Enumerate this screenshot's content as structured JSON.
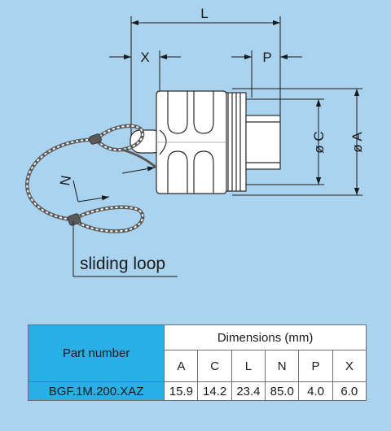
{
  "drawing": {
    "labels": {
      "L": "L",
      "X": "X",
      "P": "P",
      "C": "ø C",
      "A": "ø A",
      "N": "N"
    },
    "callout": "sliding loop"
  },
  "table": {
    "part_number_header": "Part number",
    "dimensions_header": "Dimensions (mm)",
    "columns": [
      "A",
      "C",
      "L",
      "N",
      "P",
      "X"
    ],
    "part_number": "BGF.1M.200.XAZ",
    "values": [
      "15.9",
      "14.2",
      "23.4",
      "85.0",
      "4.0",
      "6.0"
    ]
  },
  "colors": {
    "background": "#a9d3ee",
    "header_blue": "#29aee6"
  }
}
